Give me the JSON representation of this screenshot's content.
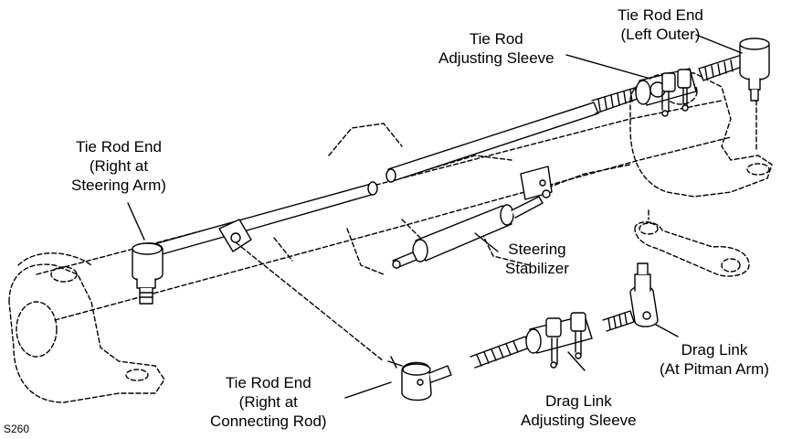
{
  "labels": {
    "tie_rod_end_left_outer": [
      "Tie Rod End",
      "(Left Outer)"
    ],
    "tie_rod_adjusting_sleeve": [
      "Tie Rod",
      "Adjusting Sleeve"
    ],
    "tie_rod_end_right_steering_arm": [
      "Tie Rod End",
      "(Right at",
      "Steering Arm)"
    ],
    "steering_stabilizer": [
      "Steering",
      "Stabilizer"
    ],
    "drag_link_pitman": [
      "Drag Link",
      "(At Pitman Arm)"
    ],
    "tie_rod_end_right_connecting_rod": [
      "Tie Rod End",
      "(Right at",
      "Connecting Rod)"
    ],
    "drag_link_adjusting_sleeve": [
      "Drag Link",
      "Adjusting Sleeve"
    ]
  },
  "figure_id": "S260"
}
